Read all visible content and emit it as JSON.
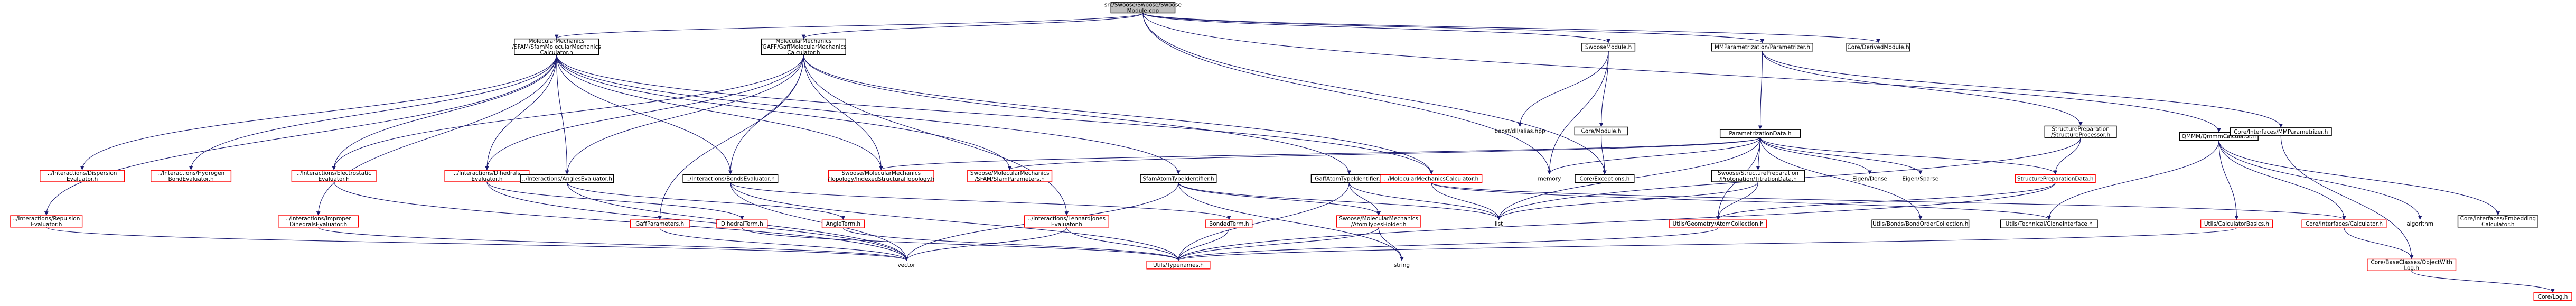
{
  "colors": {
    "edge": "#191970",
    "node_border": "#000000",
    "node_border_missing": "#ff0000",
    "root_fill": "#bfbfbf",
    "background": "#ffffff"
  },
  "nodes": [
    {
      "id": "root",
      "lines": [
        "src/Swoose/Swoose/Swoose",
        "Module.cpp"
      ],
      "style": "root"
    },
    {
      "id": "sfam_calc",
      "lines": [
        "MolecularMechanics",
        "/SFAM/SfamMolecularMechanics",
        "Calculator.h"
      ],
      "style": "normal"
    },
    {
      "id": "gaff_calc",
      "lines": [
        "MolecularMechanics",
        "/GAFF/GaffMolecularMechanics",
        "Calculator.h"
      ],
      "style": "normal"
    },
    {
      "id": "swoose_module_h",
      "lines": [
        "SwooseModule.h"
      ],
      "style": "normal"
    },
    {
      "id": "mmparam",
      "lines": [
        "MMParametrization/Parametrizer.h"
      ],
      "style": "normal"
    },
    {
      "id": "derived_module",
      "lines": [
        "Core/DerivedModule.h"
      ],
      "style": "normal"
    },
    {
      "id": "qmmm_calc",
      "lines": [
        "QMMM/QmmmCalculator.h"
      ],
      "style": "normal"
    },
    {
      "id": "boost_dll",
      "lines": [
        "boost/dll/alias.hpp"
      ],
      "style": "plain"
    },
    {
      "id": "core_module",
      "lines": [
        "Core/Module.h"
      ],
      "style": "normal"
    },
    {
      "id": "core_exceptions",
      "lines": [
        "Core/Exceptions.h"
      ],
      "style": "normal"
    },
    {
      "id": "memory",
      "lines": [
        "memory"
      ],
      "style": "plain"
    },
    {
      "id": "param_data",
      "lines": [
        "ParametrizationData.h"
      ],
      "style": "normal"
    },
    {
      "id": "struct_prep_proc",
      "lines": [
        "StructurePreparation",
        "/StructureProcessor.h"
      ],
      "style": "normal"
    },
    {
      "id": "mm_parametrizer",
      "lines": [
        "Core/Interfaces/MMParametrizer.h"
      ],
      "style": "normal"
    },
    {
      "id": "dispersion",
      "lines": [
        "../Interactions/Dispersion",
        "Evaluator.h"
      ],
      "style": "missing"
    },
    {
      "id": "hbond",
      "lines": [
        "../Interactions/Hydrogen",
        "BondEvaluator.h"
      ],
      "style": "missing"
    },
    {
      "id": "electrostatic",
      "lines": [
        "../Interactions/Electrostatic",
        "Evaluator.h"
      ],
      "style": "missing"
    },
    {
      "id": "dihedrals",
      "lines": [
        "../Interactions/Dihedrals",
        "Evaluator.h"
      ],
      "style": "missing"
    },
    {
      "id": "angles",
      "lines": [
        "../Interactions/AnglesEvaluator.h"
      ],
      "style": "normal"
    },
    {
      "id": "bonds",
      "lines": [
        "../Interactions/BondsEvaluator.h"
      ],
      "style": "normal"
    },
    {
      "id": "indexed_topo",
      "lines": [
        "Swoose/MolecularMechanics",
        "/Topology/IndexedStructuralTopology.h"
      ],
      "style": "missing"
    },
    {
      "id": "sfam_params",
      "lines": [
        "Swoose/MolecularMechanics",
        "/SFAM/SfamParameters.h"
      ],
      "style": "missing"
    },
    {
      "id": "sfam_atomtype",
      "lines": [
        "SfamAtomTypeIdentifier.h"
      ],
      "style": "normal"
    },
    {
      "id": "gaff_atomtype",
      "lines": [
        "GaffAtomTypeIdentifier.h"
      ],
      "style": "normal"
    },
    {
      "id": "mm_calc",
      "lines": [
        "../MolecularMechanicsCalculator.h"
      ],
      "style": "missing"
    },
    {
      "id": "eigen_dense",
      "lines": [
        "Eigen/Dense"
      ],
      "style": "plain"
    },
    {
      "id": "eigen_sparse",
      "lines": [
        "Eigen/Sparse"
      ],
      "style": "plain"
    },
    {
      "id": "protonation",
      "lines": [
        "Swoose/StructurePreparation",
        "/Protonation/TitrationData.h"
      ],
      "style": "normal"
    },
    {
      "id": "struct_prep_data",
      "lines": [
        "StructurePreparationData.h"
      ],
      "style": "missing"
    },
    {
      "id": "repulsion",
      "lines": [
        "../Interactions/Repulsion",
        "Evaluator.h"
      ],
      "style": "missing"
    },
    {
      "id": "improper",
      "lines": [
        "../Interactions/Improper",
        "DihedralsEvaluator.h"
      ],
      "style": "missing"
    },
    {
      "id": "gaff_params",
      "lines": [
        "GaffParameters.h"
      ],
      "style": "missing"
    },
    {
      "id": "dihedral_term",
      "lines": [
        "DihedralTerm.h"
      ],
      "style": "missing"
    },
    {
      "id": "angle_term",
      "lines": [
        "AngleTerm.h"
      ],
      "style": "missing"
    },
    {
      "id": "lennard_jones",
      "lines": [
        "../Interactions/LennardJones",
        "Evaluator.h"
      ],
      "style": "missing"
    },
    {
      "id": "bonded_term",
      "lines": [
        "BondedTerm.h"
      ],
      "style": "missing"
    },
    {
      "id": "atomtypes_holder",
      "lines": [
        "Swoose/MolecularMechanics",
        "/AtomTypesHolder.h"
      ],
      "style": "missing"
    },
    {
      "id": "list",
      "lines": [
        "list"
      ],
      "style": "plain"
    },
    {
      "id": "atom_collection",
      "lines": [
        "Utils/Geometry/AtomCollection.h"
      ],
      "style": "missing"
    },
    {
      "id": "bond_order",
      "lines": [
        "Utils/Bonds/BondOrderCollection.h"
      ],
      "style": "normal"
    },
    {
      "id": "clone_interface",
      "lines": [
        "Utils/Technical/CloneInterface.h"
      ],
      "style": "normal"
    },
    {
      "id": "calc_basics",
      "lines": [
        "Utils/CalculatorBasics.h"
      ],
      "style": "missing"
    },
    {
      "id": "core_calculator",
      "lines": [
        "Core/Interfaces/Calculator.h"
      ],
      "style": "missing"
    },
    {
      "id": "algorithm",
      "lines": [
        "algorithm"
      ],
      "style": "plain"
    },
    {
      "id": "embedding_calc",
      "lines": [
        "Core/Interfaces/Embedding",
        "Calculator.h"
      ],
      "style": "normal"
    },
    {
      "id": "vector",
      "lines": [
        "vector"
      ],
      "style": "plain"
    },
    {
      "id": "typenames",
      "lines": [
        "Utils/Typenames.h"
      ],
      "style": "missing"
    },
    {
      "id": "string",
      "lines": [
        "string"
      ],
      "style": "plain"
    },
    {
      "id": "object_with_log",
      "lines": [
        "Core/BaseClasses/ObjectWith",
        "Log.h"
      ],
      "style": "missing"
    },
    {
      "id": "core_log",
      "lines": [
        "Core/Log.h"
      ],
      "style": "missing"
    }
  ]
}
